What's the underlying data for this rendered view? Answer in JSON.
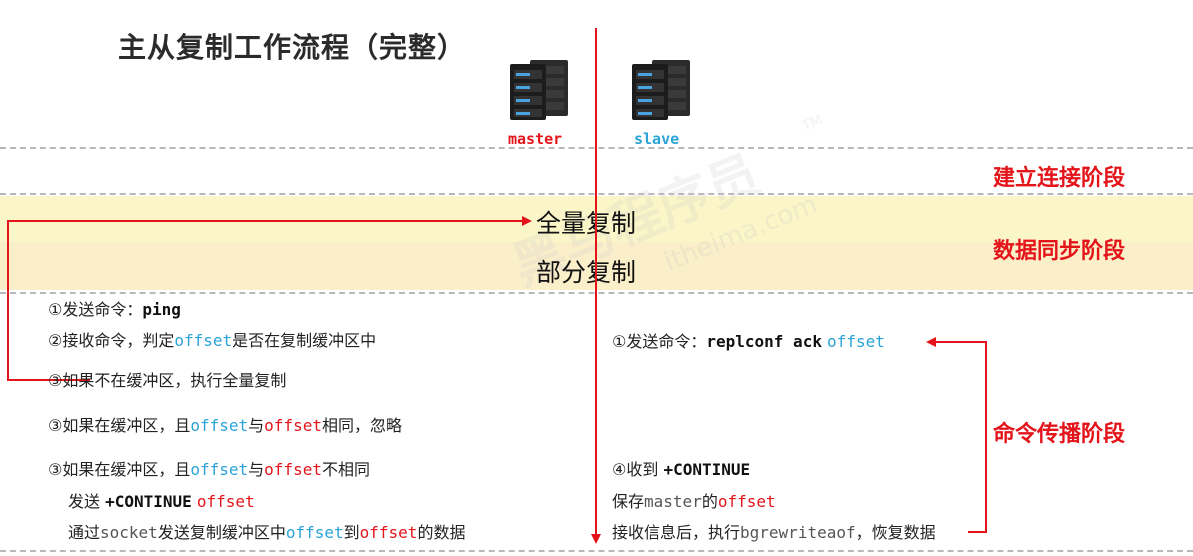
{
  "title": "主从复制工作流程（完整）",
  "nodes": {
    "master": {
      "label": "master",
      "color": "#e3141a"
    },
    "slave": {
      "label": "slave",
      "color": "#2aa3d6"
    }
  },
  "stages": {
    "connect": "建立连接阶段",
    "sync": "数据同步阶段",
    "propagate": "命令传播阶段"
  },
  "bands": {
    "full_copy": "全量复制",
    "partial_copy": "部分复制"
  },
  "watermark": {
    "brand": "黑马程序员",
    "tm": "TM",
    "site": "itheima.com"
  },
  "master_steps": {
    "s1": {
      "prefix": "①发送命令：",
      "cmd": "ping"
    },
    "s2": {
      "prefix": "②接收命令，判定",
      "kw": "offset",
      "suffix": "是否在复制缓冲区中"
    },
    "s3": {
      "text": "③如果不在缓冲区，执行全量复制"
    },
    "s4": {
      "prefix": "③如果在缓冲区，且",
      "kw1": "offset",
      "mid": "与",
      "kw2": "offset",
      "suffix": "相同，忽略"
    },
    "s5": {
      "prefix": "③如果在缓冲区，且",
      "kw1": "offset",
      "mid": "与",
      "kw2": "offset",
      "suffix": "不相同"
    },
    "s5a": {
      "prefix": "发送 ",
      "cmd": "+CONTINUE",
      "kw": "offset"
    },
    "s5b": {
      "p1": "通过",
      "kw1": "socket",
      "p2": "发送复制缓冲区中",
      "kw2": "offset",
      "p3": "到",
      "kw3": "offset",
      "p4": "的数据"
    }
  },
  "slave_steps": {
    "s1": {
      "prefix": "①发送命令：",
      "cmd": "replconf ack",
      "kw": "offset"
    },
    "s4": {
      "prefix": "④收到 ",
      "cmd": "+CONTINUE"
    },
    "s4a": {
      "p1": "保存",
      "kw1": "master",
      "p2": "的",
      "kw2": "offset"
    },
    "s4b": {
      "p1": "接收信息后，执行",
      "kw": "bgrewriteaof",
      "p2": "，恢复数据"
    }
  },
  "colors": {
    "accent_red": "#e3141a",
    "keyword_cyan": "#2aa3d6",
    "band_full": "#fbf6c8",
    "band_partial": "#fbefc9"
  }
}
